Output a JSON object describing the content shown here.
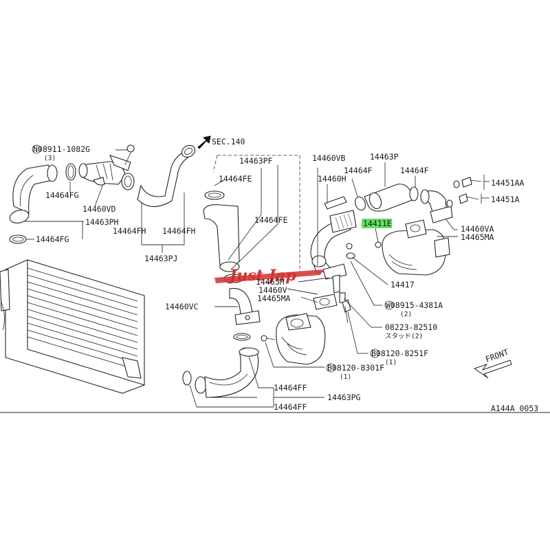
{
  "section_ref": "SEC.140",
  "diagram_code": "A144A 0053",
  "front_label": "FRONT",
  "watermark": {
    "text": "Just Jap",
    "color": "#d32f2f"
  },
  "highlight_color": "#66dd66",
  "labels": {
    "n_08911_1082g": "N08911-1082G",
    "n_08911_1082g_qty": "(3)",
    "p14464fg_a": "14464FG",
    "p14460vd": "14460VD",
    "p14463ph": "14463PH",
    "p14464fg_b": "14464FG",
    "p14464fh_a": "14464FH",
    "p14464fh_b": "14464FH",
    "p14463pj": "14463PJ",
    "p14463pf": "14463PF",
    "p14464fe_a": "14464FE",
    "p14464fe_b": "14464FE",
    "p14460vb": "14460VB",
    "p14460h": "14460H",
    "p14464f_a": "14464F",
    "p14463p": "14463P",
    "p14464f_b": "14464F",
    "p14451aa": "14451AA",
    "p14451a": "14451A",
    "p14411e": "14411E",
    "p14460va": "14460VA",
    "p14465ma_a": "14465MA",
    "p14465m": "14465M",
    "p14460v": "14460V",
    "p14465ma_b": "14465MA",
    "p14417": "14417",
    "p14460vc": "14460VC",
    "w_08915_4381a": "W08915-4381A",
    "w_08915_4381a_qty": "(2)",
    "p08223_82510": "08223-82510",
    "stud_note": "スタッド(2)",
    "b_08120_8251f": "B08120-8251F",
    "b_08120_8251f_qty": "(1)",
    "b_08120_8301f": "B08120-8301F",
    "b_08120_8301f_qty": "(1)",
    "p14464ff_a": "14464FF",
    "p14463pg": "14463PG",
    "p14464ff_b": "14464FF"
  }
}
